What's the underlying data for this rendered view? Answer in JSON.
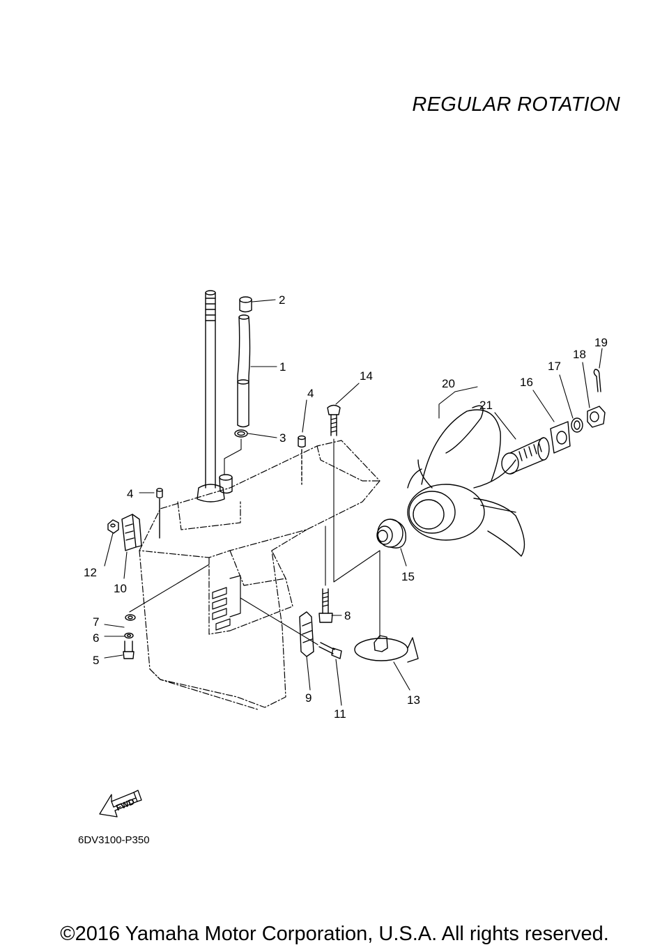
{
  "header": {
    "title": "REGULAR ROTATION"
  },
  "callouts": {
    "c1": "1",
    "c2": "2",
    "c3": "3",
    "c4a": "4",
    "c4b": "4",
    "c5": "5",
    "c6": "6",
    "c7": "7",
    "c8": "8",
    "c9": "9",
    "c10": "10",
    "c11": "11",
    "c12": "12",
    "c13": "13",
    "c14": "14",
    "c15": "15",
    "c16": "16",
    "c17": "17",
    "c18": "18",
    "c19": "19",
    "c20": "20",
    "c21": "21"
  },
  "fwd": {
    "label": "FWD"
  },
  "footer": {
    "diagram_code": "6DV3100-P350",
    "copyright": "©2016 Yamaha Motor Corporation, U.S.A. All rights reserved."
  },
  "colors": {
    "line": "#000000",
    "background": "#ffffff"
  }
}
